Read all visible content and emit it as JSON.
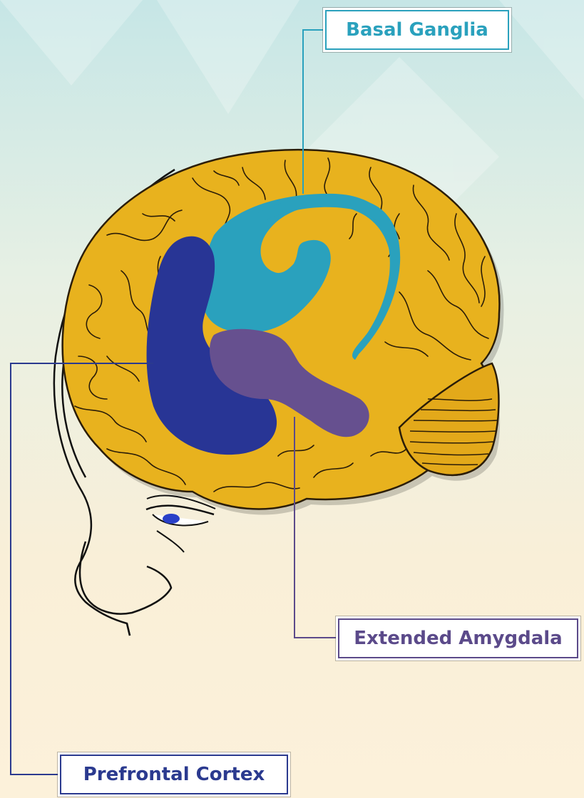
{
  "labels": {
    "basal_ganglia": {
      "text": "Basal Ganglia",
      "color": "#2aa1bd"
    },
    "extended_amygdala": {
      "text": "Extended Amygdala",
      "color": "#5b4a8a"
    },
    "prefrontal_cortex": {
      "text": "Prefrontal Cortex",
      "color": "#2b3a8f"
    }
  },
  "colors": {
    "brain": "#e8b21e",
    "brain_outline": "#3a2a10",
    "basal_ganglia": "#2aa1bd",
    "extended_amygdala": "#66508f",
    "prefrontal_cortex": "#283595",
    "background_top": "#c9e8e6",
    "background_bottom": "#fbf0d9"
  }
}
